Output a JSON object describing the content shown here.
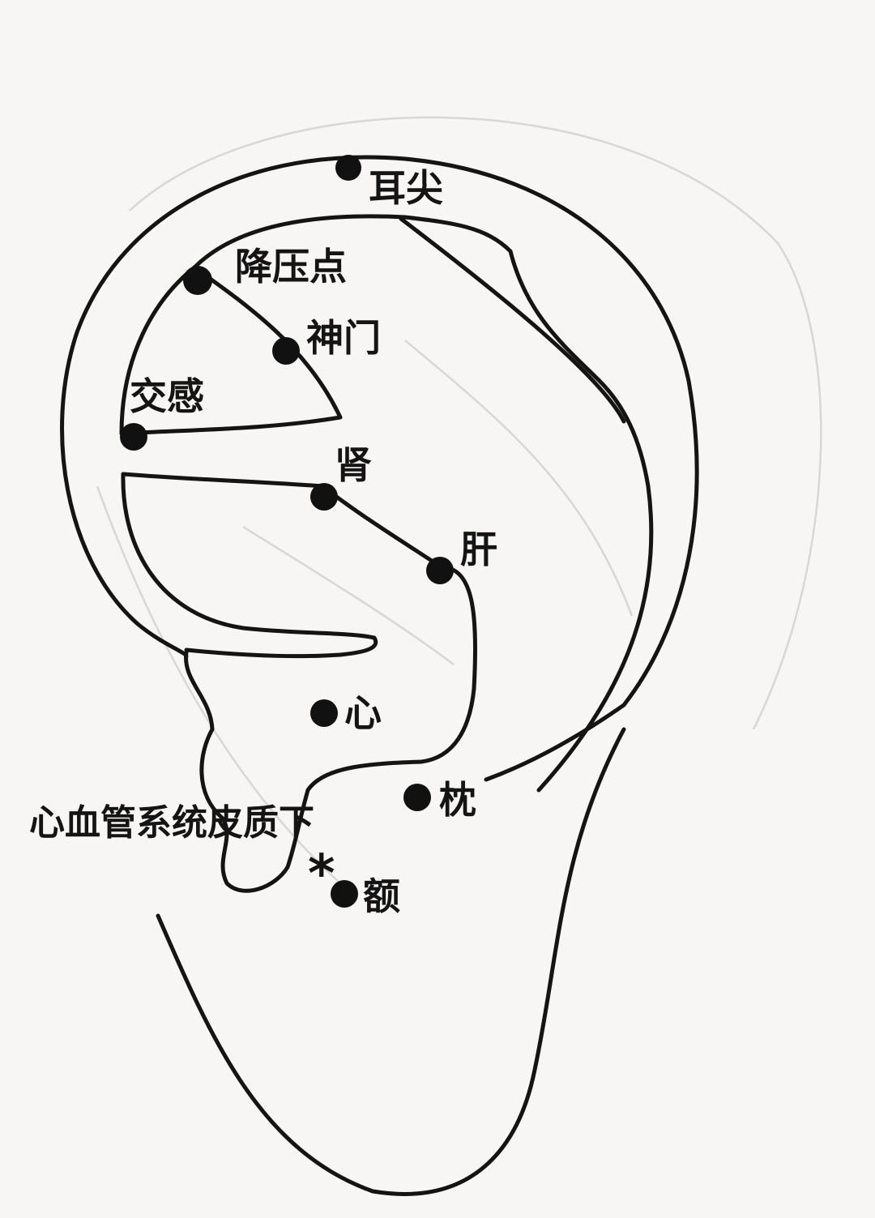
{
  "points": [
    {
      "id": "ear-apex",
      "label": "耳尖"
    },
    {
      "id": "hypotension-point",
      "label": "降压点"
    },
    {
      "id": "shenmen",
      "label": "神门"
    },
    {
      "id": "sympathetic",
      "label": "交感"
    },
    {
      "id": "kidney",
      "label": "肾"
    },
    {
      "id": "liver",
      "label": "肝"
    },
    {
      "id": "heart",
      "label": "心"
    },
    {
      "id": "occiput",
      "label": "枕"
    },
    {
      "id": "forehead",
      "label": "额"
    }
  ],
  "hidden_point": {
    "label": "心血管系统皮质下",
    "marker": "*"
  },
  "colors": {
    "ink": "#141414",
    "paper": "#f7f6f4",
    "ghost": "#d9d6d3"
  }
}
